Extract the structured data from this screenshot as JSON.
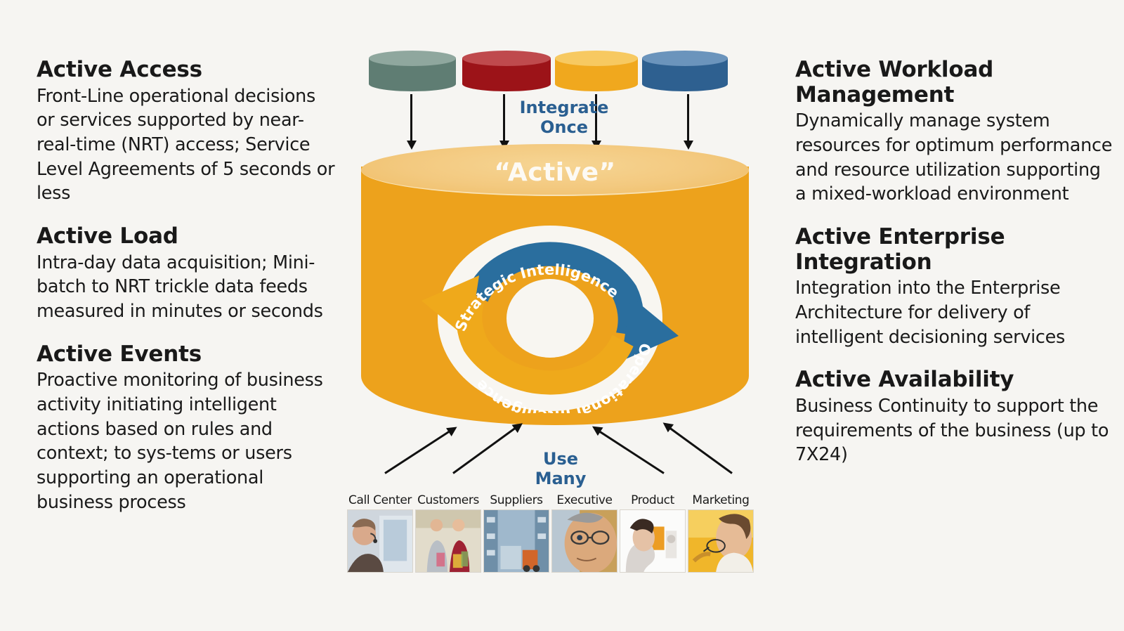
{
  "background_color": "#f6f5f2",
  "accent_colors": {
    "orange": "#eda21c",
    "orange_light": "#f3c97f",
    "blue": "#2a6e9e",
    "caption_blue": "#2a5f91",
    "green_cyl": "#5f7d73",
    "red_cyl": "#9c1318",
    "amber_cyl": "#f0a81e",
    "steel_cyl": "#2e6090"
  },
  "left_column": [
    {
      "title": "Active Access",
      "body": "Front-Line operational decisions or services supported by near-real-time (NRT) access; Service Level Agreements of 5 seconds or less"
    },
    {
      "title": "Active Load",
      "body": "Intra-day data acquisition; Mini-batch to NRT trickle data feeds measured in minutes or seconds"
    },
    {
      "title": "Active Events",
      "body": "Proactive monitoring of business activity initiating intelligent actions based on rules and context; to sys-tems or users supporting an operational business process"
    }
  ],
  "right_column": [
    {
      "title": "Active Workload Management",
      "body": "Dynamically manage system resources for optimum performance and resource utilization supporting a mixed-workload environment"
    },
    {
      "title": "Active Enterprise Integration",
      "body": "Integration into the Enterprise Architecture for delivery of intelligent decisioning services"
    },
    {
      "title": "Active Availability",
      "body": "Business Continuity to support the requirements of the business (up to 7X24)"
    }
  ],
  "center": {
    "source_cylinders": [
      {
        "name": "source-cylinder-green",
        "color": "#5f7d73",
        "top_color": "#92a9a0"
      },
      {
        "name": "source-cylinder-red",
        "color": "#9c1318",
        "top_color": "#c05053"
      },
      {
        "name": "source-cylinder-amber",
        "color": "#f0a81e",
        "top_color": "#f6c862"
      },
      {
        "name": "source-cylinder-steel",
        "color": "#2e6090",
        "top_color": "#6a93bb"
      }
    ],
    "integrate_caption": "Integrate\nOnce",
    "warehouse_label": "“Active”",
    "cycle": {
      "outer_arc_label": "Strategic Intelligence",
      "inner_arc_label": "Operational  Intelligence",
      "outer_arc_color": "#2a6e9e",
      "inner_arc_color": "#efa91b"
    },
    "use_caption": "Use\nMany",
    "consumers": [
      {
        "label": "Call Center"
      },
      {
        "label": "Customers"
      },
      {
        "label": "Suppliers"
      },
      {
        "label": "Executive"
      },
      {
        "label": "Product"
      },
      {
        "label": "Marketing"
      }
    ]
  }
}
